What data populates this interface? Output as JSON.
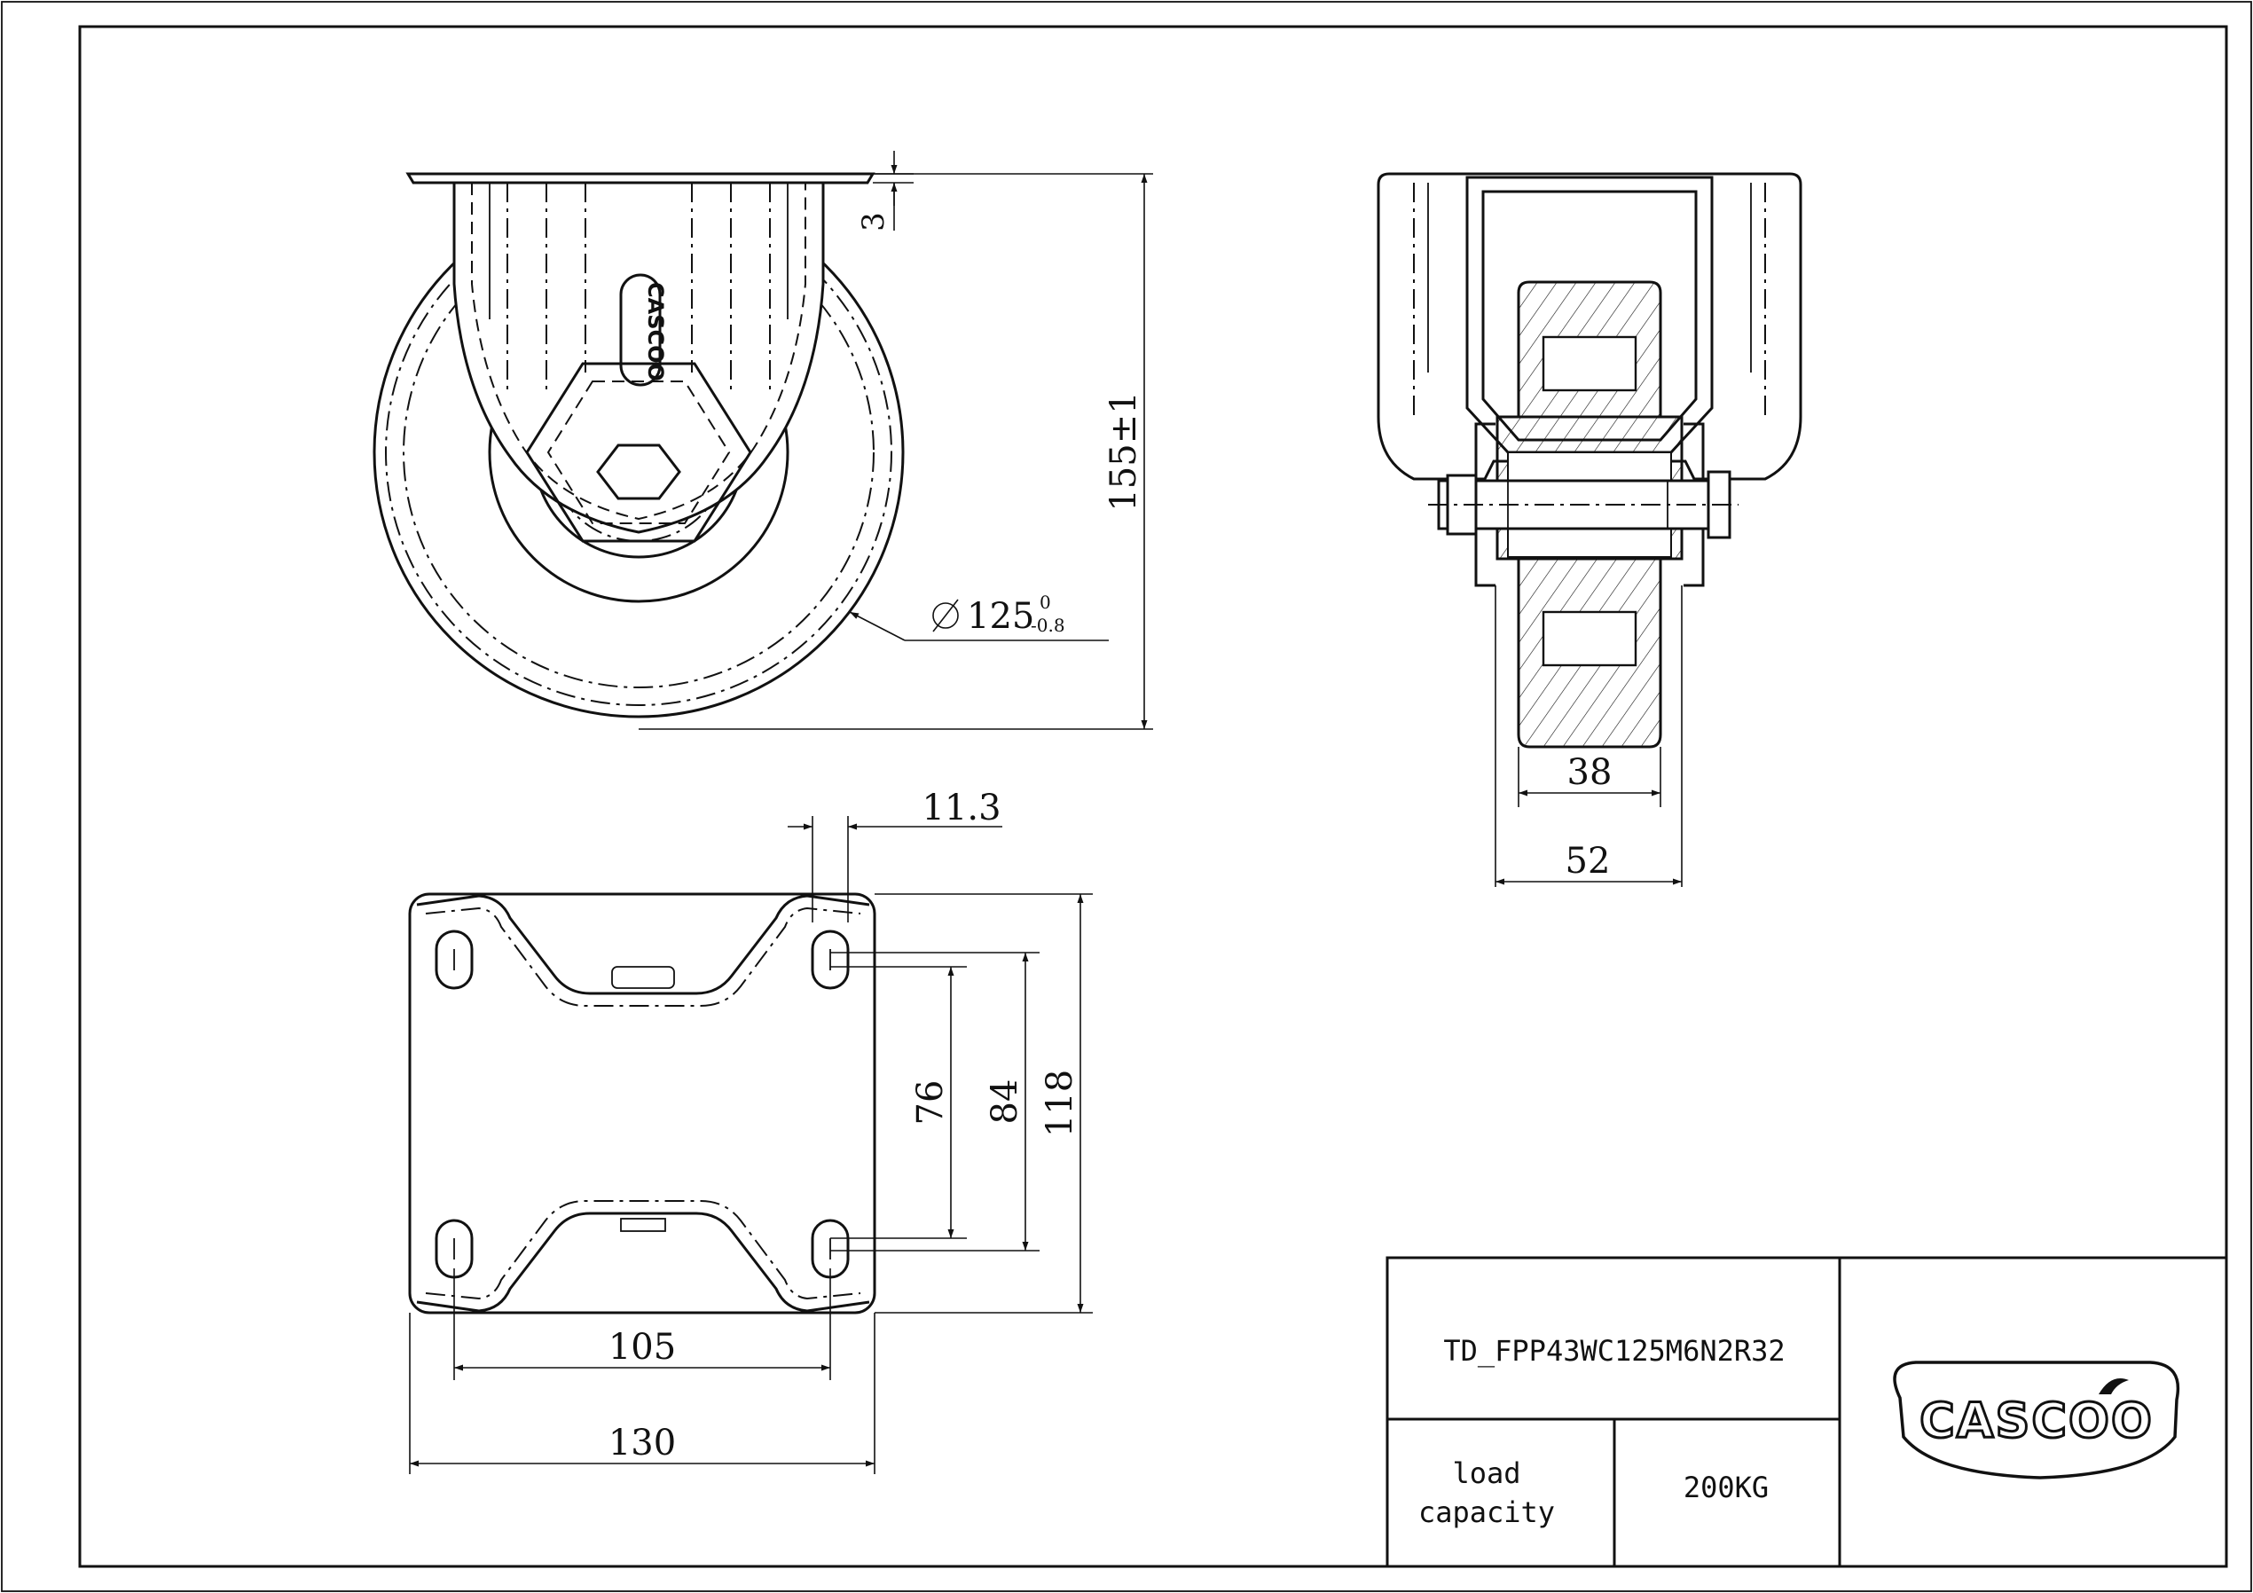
{
  "drawing": {
    "part_number": "TD_FPP43WC125M6N2R32",
    "load_label_line1": "load",
    "load_label_line2": "capacity",
    "load_value": "200KG",
    "brand": "CASCOO"
  },
  "dimensions": {
    "plate_thickness": "3",
    "overall_height": "155±1",
    "wheel_diameter": "125",
    "wheel_tol_upper": "0",
    "wheel_tol_lower": "-0.8",
    "wheel_width": "38",
    "fork_width": "52",
    "slot_offset": "11.3",
    "hole_spacing_short": "76",
    "hole_spacing_long": "84",
    "plate_length": "118",
    "hole_spacing_width": "105",
    "plate_width": "130"
  },
  "colors": {
    "line": "#111111",
    "background": "#ffffff"
  }
}
